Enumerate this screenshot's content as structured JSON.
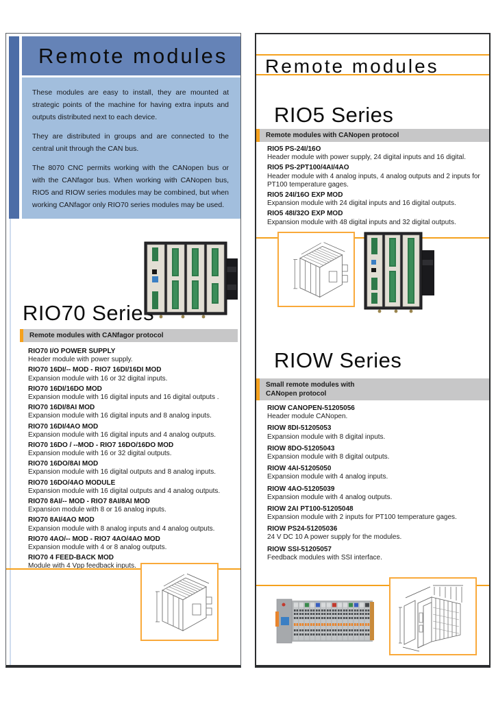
{
  "colors": {
    "accent_orange": "#F5A11D",
    "header_blue": "#6583B7",
    "stripe_blue": "#4C6DA7",
    "intro_blue": "#A2BEDD",
    "bar_gray": "#C7C7C8",
    "border_dark": "#2B2D2F"
  },
  "left_panel": {
    "title": "Remote modules",
    "intro_paragraphs": [
      "These modules are easy to install, they are mounted at strategic points of the machine for having extra inputs and outputs distributed next to each device.",
      "They are distributed in groups and are connected to the central unit through the CAN bus.",
      "The 8070 CNC permits working with the CANopen bus or with the CANfagor bus. When working with CANopen bus, RIO5 and RIOW series modules may be combined, but when working CANfagor only RIO70 series modules may be used."
    ],
    "series": {
      "name": "RIO70 Series",
      "protocol_label": "Remote modules with CANfagor protocol",
      "products": [
        {
          "name": "RIO70 I/O POWER SUPPLY",
          "desc": "Header module with power supply."
        },
        {
          "name": "RIO70 16DI/-- MOD - RIO7 16DI/16DI MOD",
          "desc": "Expansion module with 16 or 32 digital inputs."
        },
        {
          "name": "RIO70 16DI/16DO MOD",
          "desc": "Expansion module with 16 digital inputs and 16 digital outputs ."
        },
        {
          "name": "RIO70 16DI/8AI MOD",
          "desc": "Expansion module with 16 digital inputs and 8 analog inputs."
        },
        {
          "name": "RIO70 16DI/4AO MOD",
          "desc": "Expansion module with 16 digital inputs and 4 analog outputs."
        },
        {
          "name": "RIO70 16DO / --MOD - RIO7 16DO/16DO MOD",
          "desc": "Expansion module with 16 or 32 digital outputs."
        },
        {
          "name": "RIO70 16DO/8AI MOD",
          "desc": "Expansion module with 16 digital outputs and 8 analog inputs."
        },
        {
          "name": "RIO70 16DO/4AO MODULE",
          "desc": "Expansion module with 16 digital outputs and 4 analog outputs."
        },
        {
          "name": "RIO70 8AI/-- MOD - RIO7 8AI/8AI MOD",
          "desc": "Expansion module with 8 or 16 analog inputs."
        },
        {
          "name": "RIO70 8AI/4AO MOD",
          "desc": "Expansion module with 8 analog inputs and 4 analog outputs."
        },
        {
          "name": "RIO70 4AO/-- MOD - RIO7 4AO/4AO MOD",
          "desc": "Expansion module with 4 or 8 analog outputs."
        },
        {
          "name": "RIO70 4 FEED-BACK MOD",
          "desc": "Module with 4 Vpp feedback inputs."
        }
      ]
    }
  },
  "right_panel": {
    "title": "Remote modules",
    "rio5": {
      "name": "RIO5 Series",
      "protocol_label": "Remote modules with CANopen protocol",
      "products": [
        {
          "name": "RIO5 PS-24I/16O",
          "desc": "Header module with power supply, 24 digital inputs and 16 digital."
        },
        {
          "name": "RIO5 PS-2PT100/4AI/4AO",
          "desc": "Header module with 4 analog inputs, 4 analog outputs and 2 inputs for PT100 temperature gages."
        },
        {
          "name": "RIO5 24I/16O EXP MOD",
          "desc": "Expansion module with 24 digital inputs and 16 digital outputs."
        },
        {
          "name": "RIO5 48I/32O EXP MOD",
          "desc": "Expansion module with 48 digital inputs and 32 digital outputs."
        }
      ]
    },
    "riow": {
      "name": "RIOW Series",
      "protocol_label_line1": "Small remote modules with",
      "protocol_label_line2": "CANopen protocol",
      "products": [
        {
          "name": "RIOW CANOPEN-51205056",
          "desc": "Header module CANopen."
        },
        {
          "name": "RIOW 8DI-51205053",
          "desc": "Expansion module with 8 digital inputs."
        },
        {
          "name": "RIOW 8DO-51205043",
          "desc": "Expansion module with 8 digital outputs."
        },
        {
          "name": "RIOW 4AI-51205050",
          "desc": "Expansion module with 4 analog inputs."
        },
        {
          "name": "RIOW 4AO-51205039",
          "desc": "Expansion module with 4 analog outputs."
        },
        {
          "name": "RIOW 2AI PT100-51205048",
          "desc": "Expansion module with 2 inputs for PT100 temperature gages."
        },
        {
          "name": "RIOW PS24-51205036",
          "desc": "24 V DC 10 A power supply for the modules."
        },
        {
          "name": "RIOW SSI-51205057",
          "desc": "Feedback modules with SSI interface."
        }
      ]
    }
  }
}
